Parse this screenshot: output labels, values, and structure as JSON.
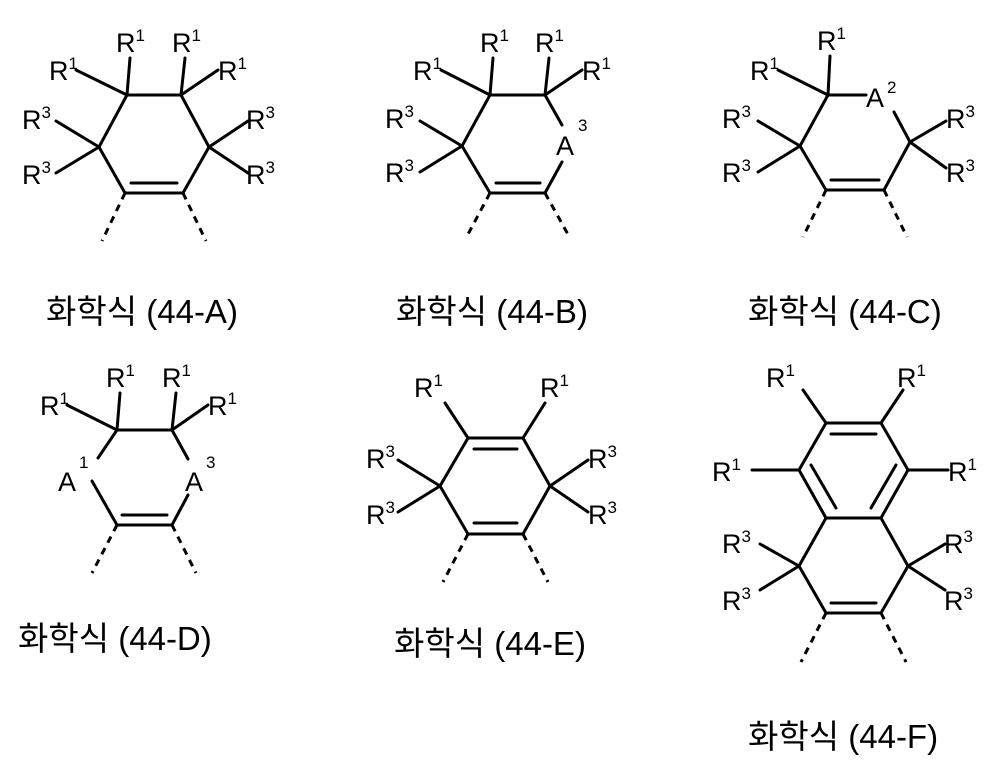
{
  "substituents": {
    "r1": "R",
    "r1_sup": "1",
    "r3": "R",
    "r3_sup": "3",
    "a1": "A",
    "a1_sup": "1",
    "a2": "A",
    "a2_sup": "2",
    "a3": "A",
    "a3_sup": "3"
  },
  "formulas": [
    {
      "caption": "화학식 (44-A)"
    },
    {
      "caption": "화학식 (44-B)"
    },
    {
      "caption": "화학식 (44-C)"
    },
    {
      "caption": "화학식 (44-D)"
    },
    {
      "caption": "화학식 (44-E)"
    },
    {
      "caption": "화학식 (44-F)"
    }
  ]
}
